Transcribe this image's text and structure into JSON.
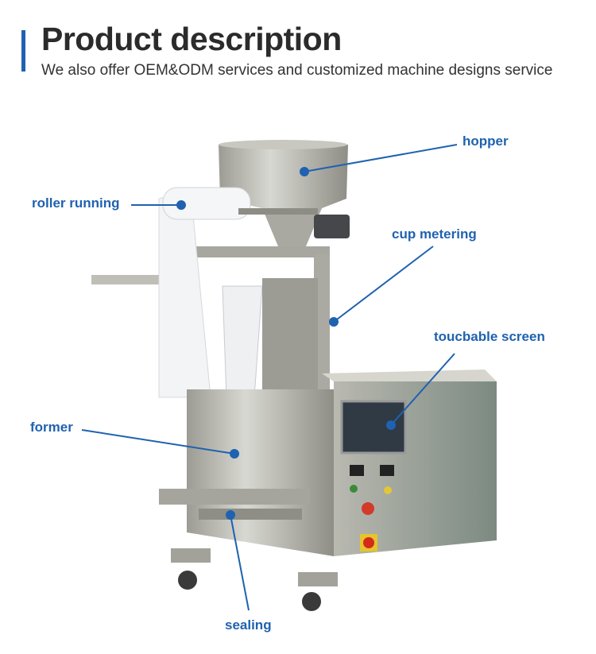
{
  "header": {
    "title": "Product description",
    "subtitle": "We also offer OEM&ODM services and customized machine designs service"
  },
  "labels": {
    "hopper": "hopper",
    "roller_running": "roller running",
    "cup_metering": "cup metering",
    "touch_screen": "toucbable screen",
    "former": "former",
    "sealing": "sealing"
  },
  "colors": {
    "accent": "#1f62b0",
    "title": "#2b2b2b"
  }
}
